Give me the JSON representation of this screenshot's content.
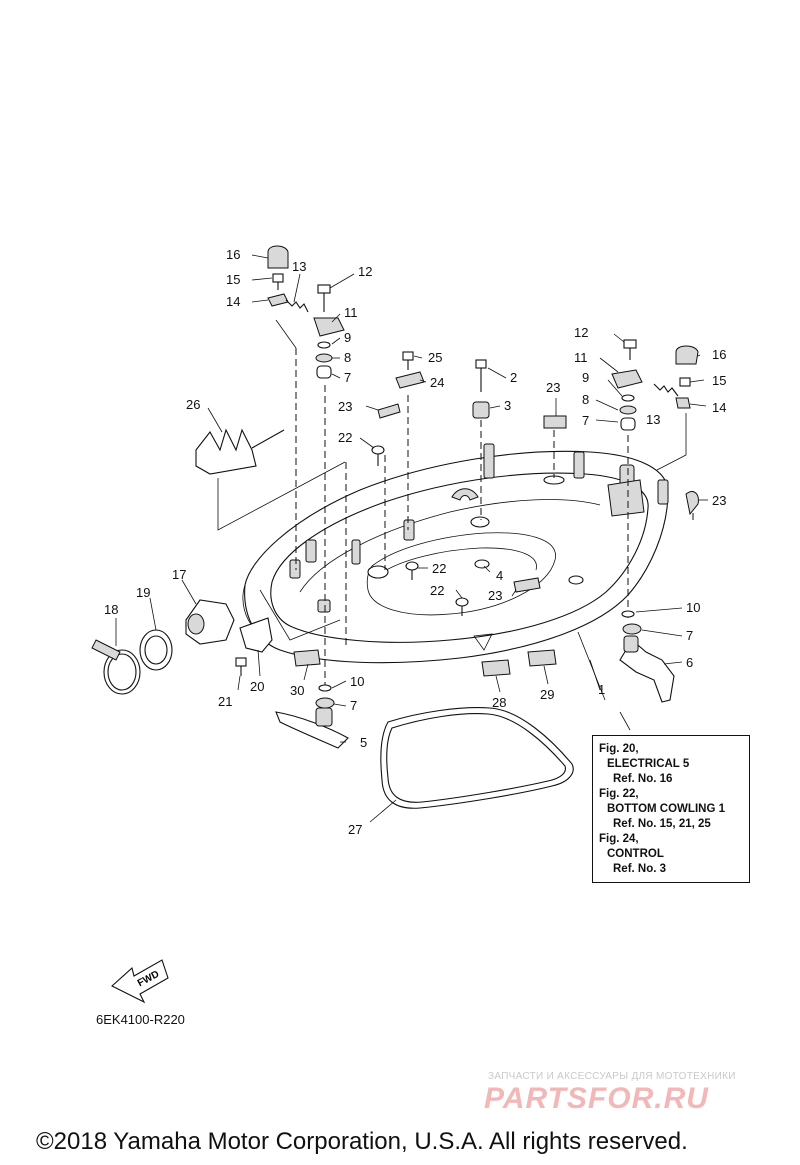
{
  "callouts": {
    "c1": "1",
    "c2": "2",
    "c3": "3",
    "c4": "4",
    "c5": "5",
    "c6": "6",
    "c7": "7",
    "c8": "8",
    "c9": "9",
    "c10": "10",
    "c11": "11",
    "c12": "12",
    "c13": "13",
    "c14": "14",
    "c15": "15",
    "c16": "16",
    "c17": "17",
    "c18": "18",
    "c19": "19",
    "c20": "20",
    "c21": "21",
    "c22": "22",
    "c23": "23",
    "c24": "24",
    "c25": "25",
    "c26": "26",
    "c27": "27",
    "c28": "28",
    "c29": "29",
    "c30": "30"
  },
  "reference_box": {
    "line1": "Fig. 20,",
    "line2": "ELECTRICAL 5",
    "line3": "Ref. No. 16",
    "line4": "Fig. 22,",
    "line5": "BOTTOM COWLING 1",
    "line6": "Ref. No. 15, 21, 25",
    "line7": "Fig. 24,",
    "line8": "CONTROL",
    "line9": "Ref. No. 3"
  },
  "fwd_label": "FWD",
  "diagram_code": "6EK4100-R220",
  "watermark": {
    "tagline": "ЗАПЧАСТИ И АКСЕССУАРЫ ДЛЯ МОТОТЕХНИКИ",
    "logo": "PARTSFOR.RU"
  },
  "copyright": "©2018 Yamaha Motor Corporation, U.S.A. All rights reserved.",
  "colors": {
    "ink": "#111111",
    "watermark_logo": "#f2b8b8",
    "watermark_text": "#c9c9c9"
  }
}
